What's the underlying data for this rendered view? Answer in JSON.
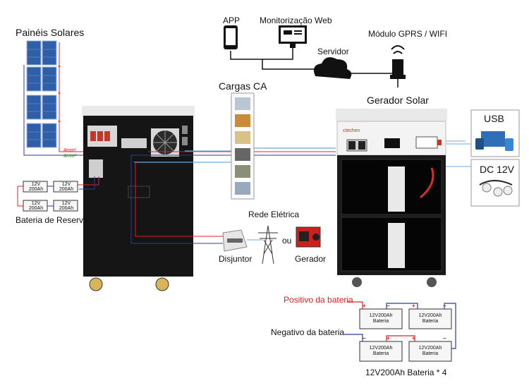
{
  "labels": {
    "solar_panels": "Painéis Solares",
    "app": "APP",
    "web_monitoring": "Monitorização Web",
    "server": "Servidor",
    "gprs_module": "Módulo GPRS / WIFI",
    "ac_loads": "Cargas CA",
    "solar_generator": "Gerador Solar",
    "usb": "USB",
    "dc_12v": "DC 12V",
    "backup_battery": "Bateria de Reserva",
    "grid": "Rede Elétrica",
    "or": "ou",
    "breaker": "Disjuntor",
    "generator": "Gerador",
    "battery_positive": "Positivo da bateria",
    "battery_negative": "Negativo da bateria",
    "battery_bank": "12V200Ah Bateria * 4",
    "cable_spec_1": "4mm²",
    "cable_spec_2": "4mm²",
    "brand": "ctechen"
  },
  "backup_batteries": [
    {
      "line1": "12V",
      "line2": "200Ah"
    },
    {
      "line1": "12V",
      "line2": "200Ah"
    },
    {
      "line1": "12V",
      "line2": "200Ah"
    },
    {
      "line1": "12V",
      "line2": "200Ah"
    }
  ],
  "bank_batteries": [
    {
      "line1": "12V200Ah",
      "line2": "Bateria"
    },
    {
      "line1": "12V200Ah",
      "line2": "Bateria"
    },
    {
      "line1": "12V200Ah",
      "line2": "Bateria"
    },
    {
      "line1": "12V200Ah",
      "line2": "Bateria"
    }
  ],
  "colors": {
    "positive_wire": "#e02020",
    "negative_wire": "#2a3aa0",
    "ac_wire": "#6fa8dc",
    "cabinet": "#151515",
    "positive_text": "#e02020"
  }
}
